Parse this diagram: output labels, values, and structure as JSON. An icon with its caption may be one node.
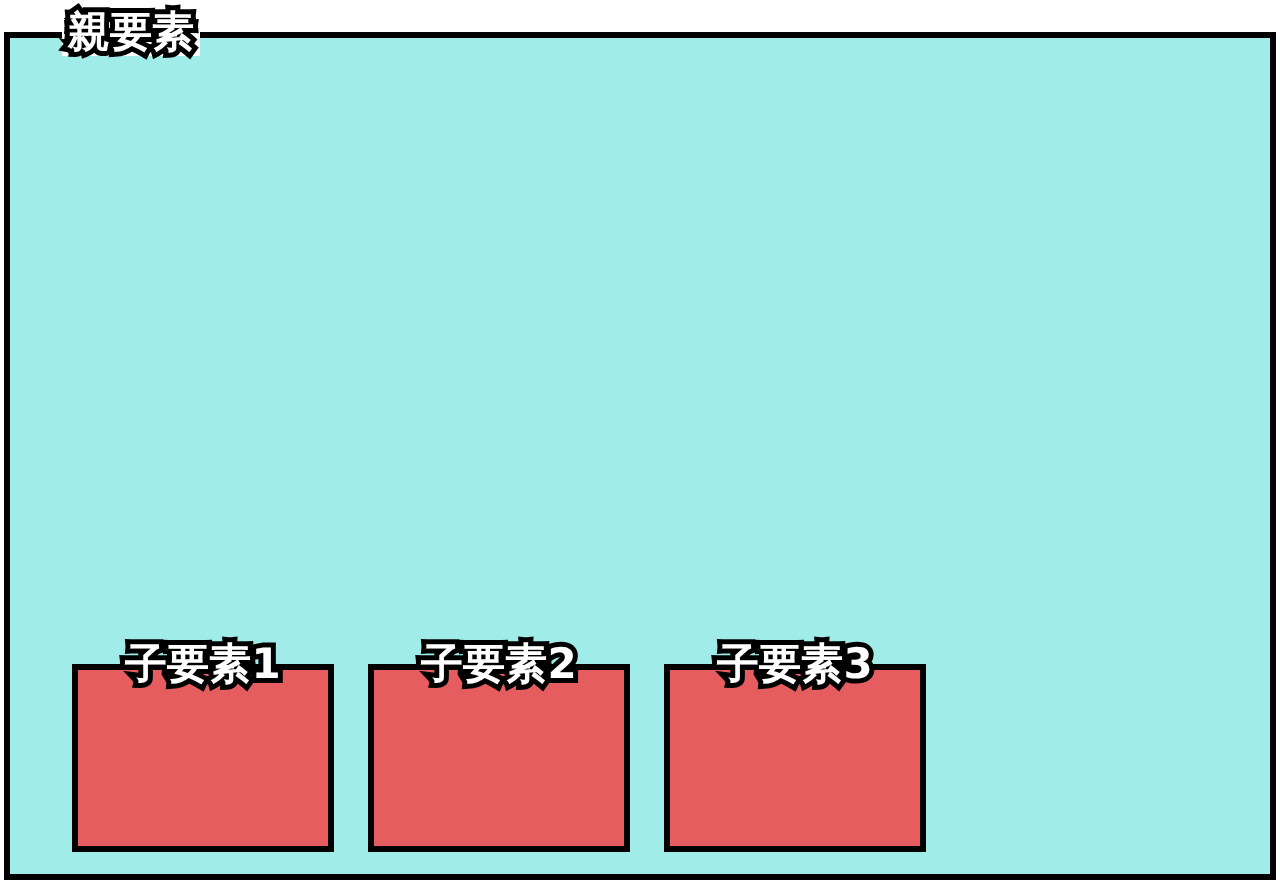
{
  "diagram": {
    "nodes": [
      {
        "text": [
          "親要素"
        ]
      },
      {
        "text": [
          "子要素1"
        ],
        "in": 0
      },
      {
        "text": [
          "子要素2"
        ],
        "in": 0
      },
      {
        "text": [
          "子要素3"
        ],
        "in": 0
      }
    ]
  }
}
